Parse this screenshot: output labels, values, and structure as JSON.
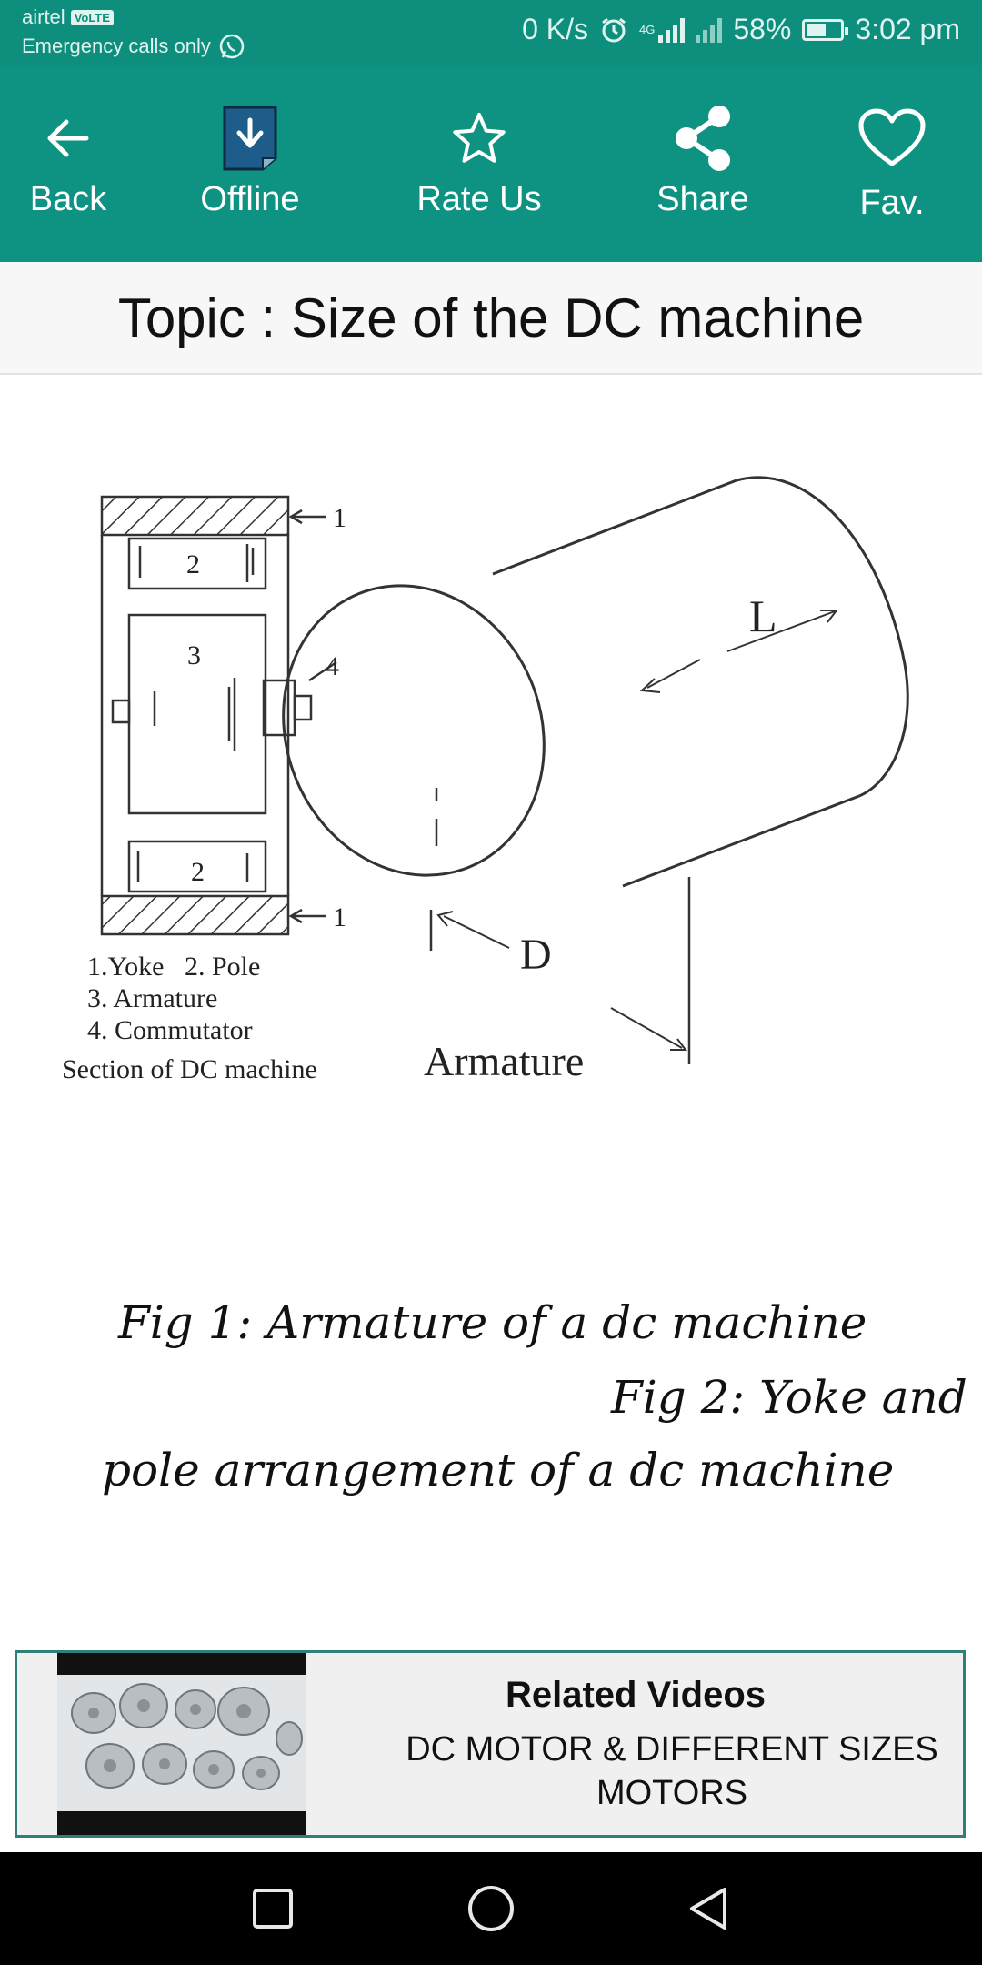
{
  "status_bar": {
    "carrier": "airtel",
    "volte": "VoLTE",
    "emergency": "Emergency calls only",
    "speed": "0 K/s",
    "network": "4G",
    "battery": "58%",
    "battery_level": 0.58,
    "time": "3:02 pm"
  },
  "toolbar": {
    "back": "Back",
    "offline": "Offline",
    "rate": "Rate Us",
    "share": "Share",
    "fav": "Fav."
  },
  "topic": "Topic : Size of the DC machine",
  "figure": {
    "yoke_num_top": "1",
    "pole_num_top": "2",
    "armature_num": "3",
    "commutator_num": "4",
    "pole_num_bottom": "2",
    "yoke_num_bottom": "1",
    "legend_1": "1.Yoke   2. Pole",
    "legend_2": "3. Armature",
    "legend_3": "4. Commutator",
    "legend_4": "Section of DC machine",
    "length_label": "L",
    "diameter_label": "D",
    "armature_label": "Armature"
  },
  "caption": {
    "line1": "Fig 1: Armature of a dc machine",
    "line2": "Fig 2: Yoke and",
    "line3": "pole arrangement of a dc machine"
  },
  "related": {
    "title": "Related Videos",
    "subtitle": "DC MOTOR & DIFFERENT SIZES MOTORS"
  },
  "colors": {
    "toolbar": "#0e9382",
    "status_bar": "#0e8f7e",
    "related_border": "#2d7f78"
  }
}
